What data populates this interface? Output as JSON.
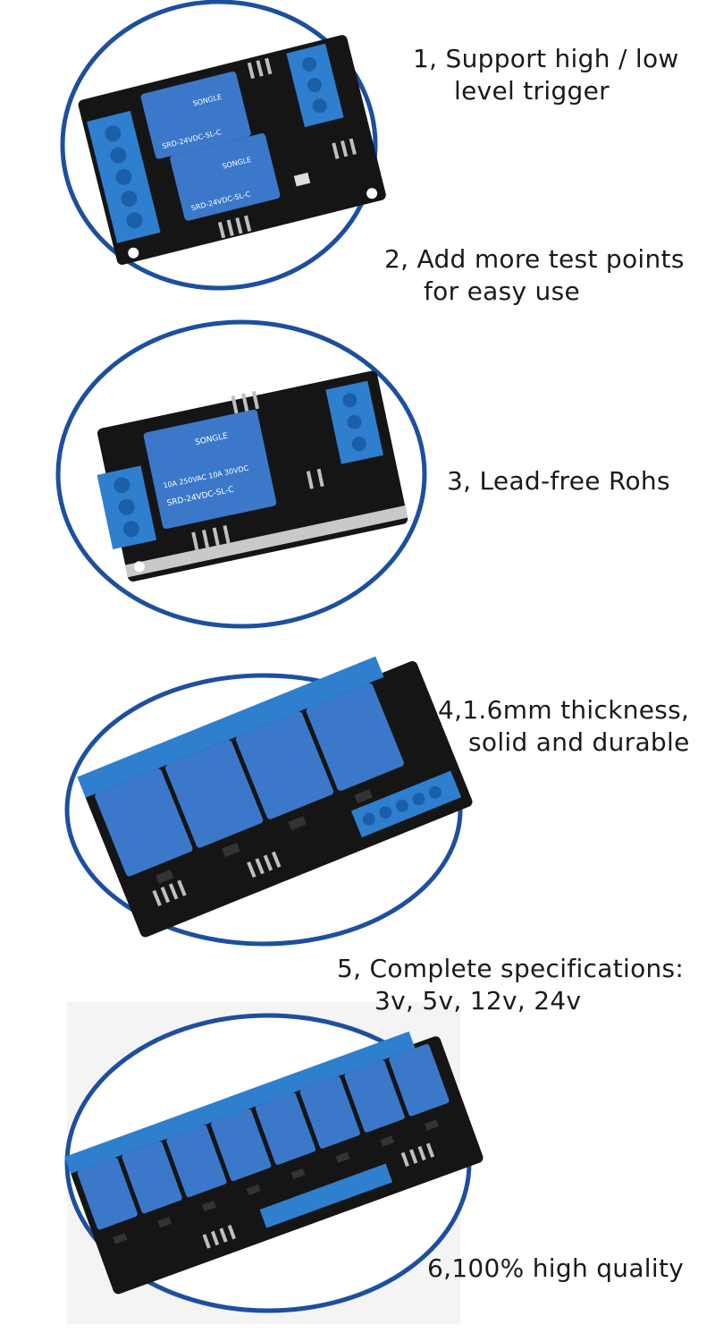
{
  "features": [
    {
      "lines": [
        "1, Support high / low",
        "level trigger"
      ]
    },
    {
      "lines": [
        "2, Add more test points",
        "for easy use"
      ]
    },
    {
      "lines": [
        "3, Lead-free Rohs"
      ]
    },
    {
      "lines": [
        "4,1.6mm thickness,",
        "solid and durable"
      ]
    },
    {
      "lines": [
        "5, Complete specifications:",
        "3v, 5v, 12v, 24v"
      ]
    },
    {
      "lines": [
        "6,100% high quality"
      ]
    }
  ],
  "colors": {
    "ring": "#1c4fa0",
    "pcb": "#151515",
    "relay": "#3b78c9",
    "terminal": "#2f7fcf",
    "pins": "#bfbfbf"
  },
  "relay_markings": {
    "brand": "SONGLE",
    "model": "SRD-24VDC-SL-C",
    "rating": "10A 250VAC 10A 30VDC"
  },
  "icons": [
    "relay-module-2ch",
    "relay-module-1ch",
    "relay-module-4ch",
    "relay-module-8ch"
  ]
}
